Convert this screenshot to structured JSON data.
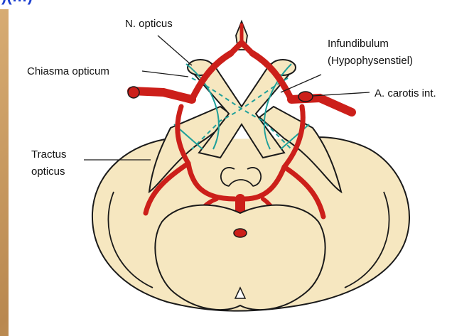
{
  "header_fragment": ")(…)",
  "labels": {
    "n_opticus": "N. opticus",
    "chiasma": "Chiasma opticum",
    "infundibulum_line1": "Infundibulum",
    "infundibulum_line2": "(Hypophysenstiel)",
    "carotis": "A. carotis int.",
    "tractus_line1": "Tractus",
    "tractus_line2": "opticus"
  },
  "colors": {
    "tissue": "#f6e7c0",
    "artery": "#cc1f1a",
    "fiber": "#1fa09a",
    "outline": "#1a1a1a"
  }
}
